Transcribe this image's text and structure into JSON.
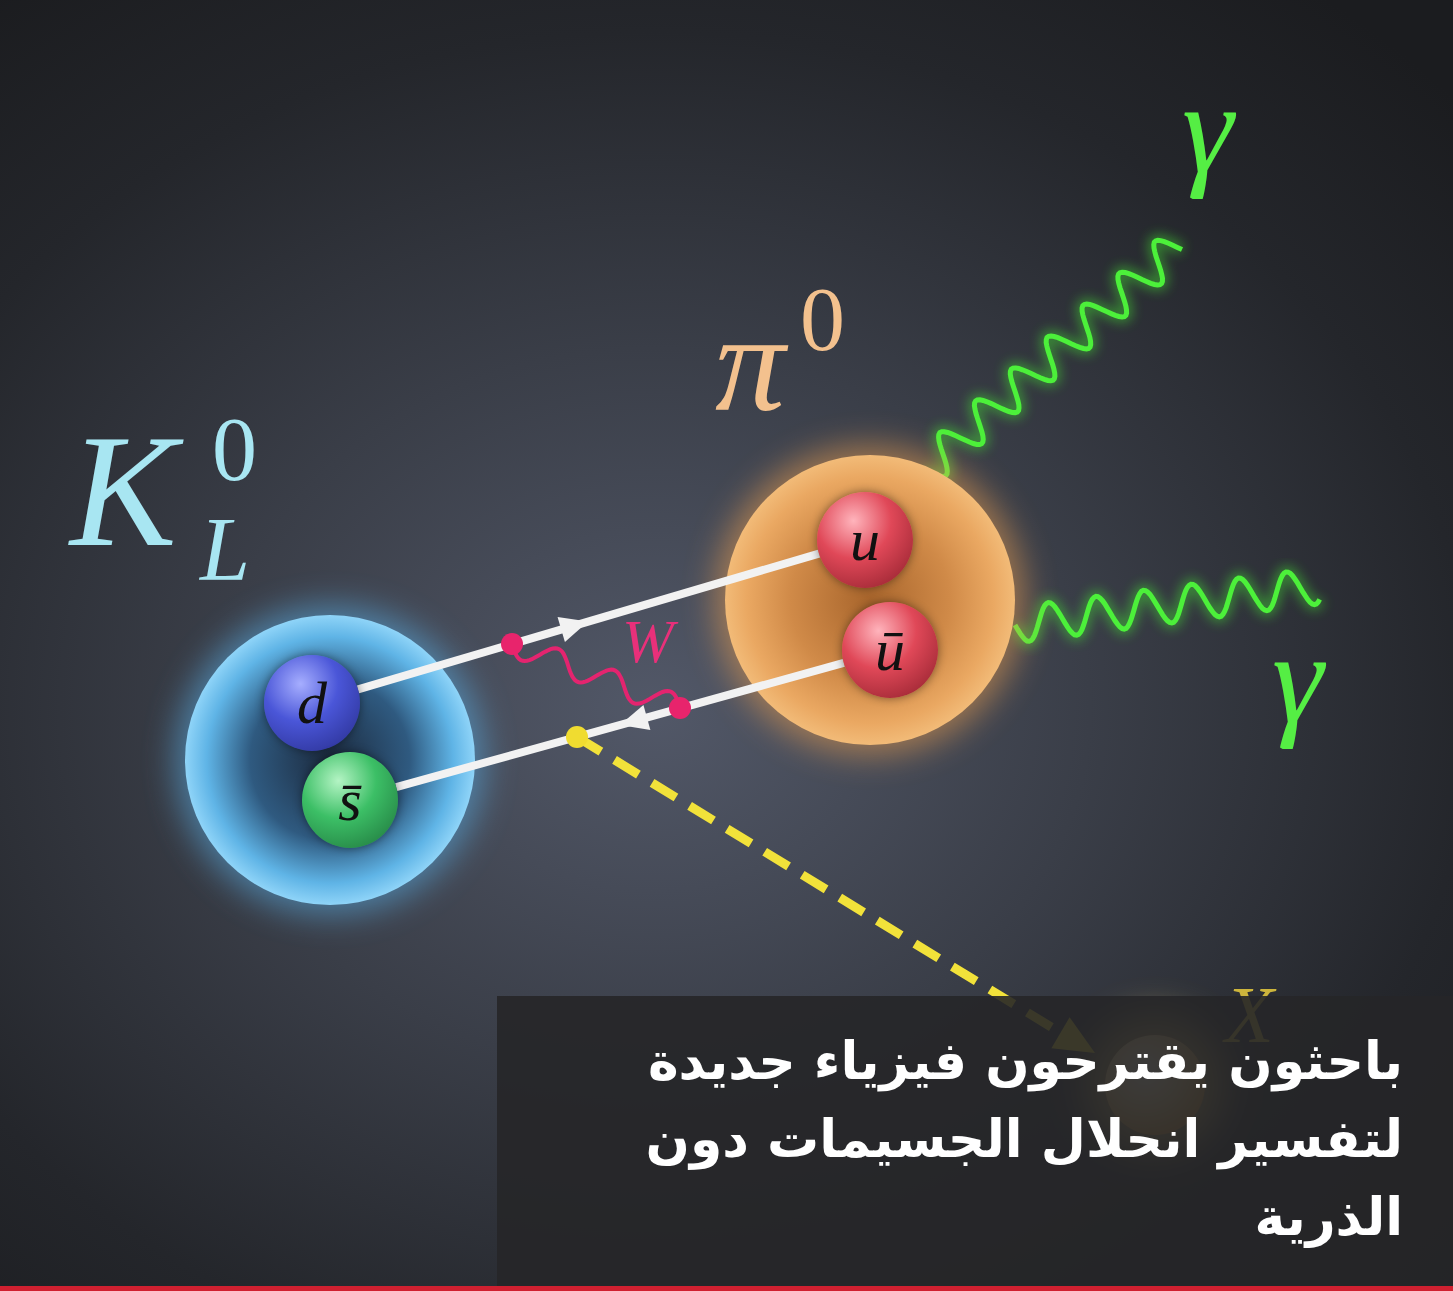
{
  "diagram": {
    "caption": "باحثون يقترحون فيزياء جديدة لتفسير انحلال الجسيمات دون الذرية",
    "nodes": [
      {
        "text": [
          "K",
          "0",
          "L"
        ]
      },
      {
        "text": [
          "d"
        ],
        "in": 0
      },
      {
        "text": [
          "s̄"
        ],
        "in": 0
      },
      {
        "text": [
          "π",
          "0"
        ]
      },
      {
        "text": [
          "u"
        ],
        "in": 3
      },
      {
        "text": [
          "ū"
        ],
        "in": 3
      }
    ],
    "edges": [
      {
        "from": 1,
        "to": 4,
        "arrow": "to"
      },
      {
        "from": 5,
        "to": 2,
        "arrow": "to"
      }
    ],
    "labels": [
      "W",
      "γ",
      "γ",
      "X"
    ]
  }
}
